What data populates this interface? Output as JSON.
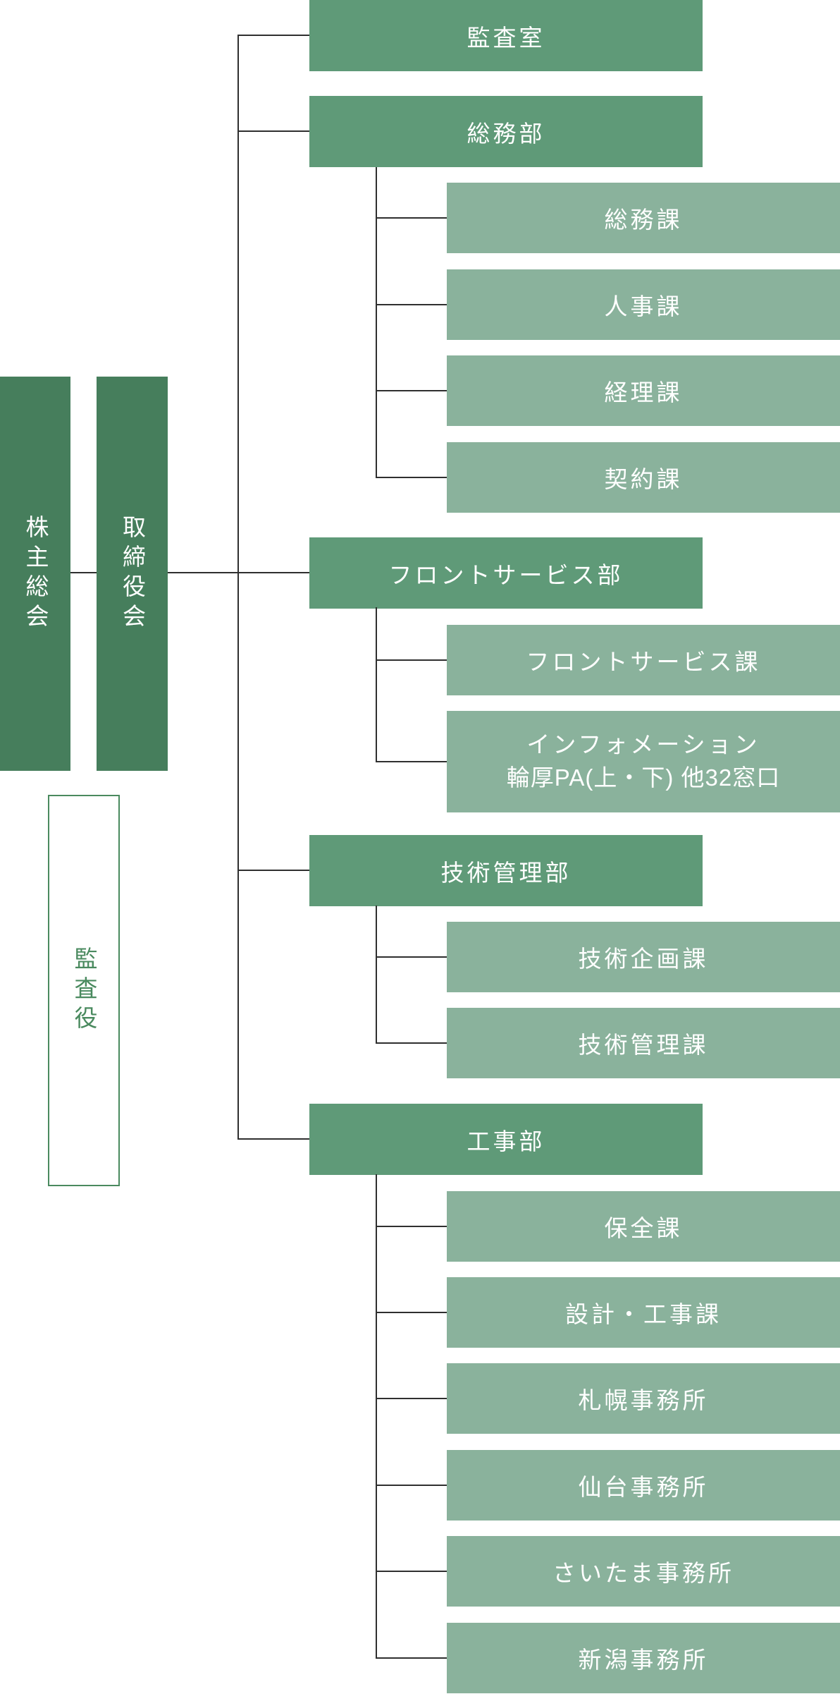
{
  "org_chart": {
    "governance": [
      {
        "label": "株主総会"
      },
      {
        "label": "取締役会"
      },
      {
        "label": "監査役"
      }
    ],
    "departments": [
      {
        "label": "監査室",
        "children": []
      },
      {
        "label": "総務部",
        "children": [
          {
            "label": "総務課"
          },
          {
            "label": "人事課"
          },
          {
            "label": "経理課"
          },
          {
            "label": "契約課"
          }
        ]
      },
      {
        "label": "フロントサービス部",
        "children": [
          {
            "label": "フロントサービス課"
          },
          {
            "label_line1": "インフォメーション",
            "label_line2": "輪厚PA(上・下) 他32窓口"
          }
        ]
      },
      {
        "label": "技術管理部",
        "children": [
          {
            "label": "技術企画課"
          },
          {
            "label": "技術管理課"
          }
        ]
      },
      {
        "label": "工事部",
        "children": [
          {
            "label": "保全課"
          },
          {
            "label": "設計・工事課"
          },
          {
            "label": "札幌事務所"
          },
          {
            "label": "仙台事務所"
          },
          {
            "label": "さいたま事務所"
          },
          {
            "label": "新潟事務所"
          }
        ]
      }
    ],
    "colors": {
      "dark_green": "#467E5C",
      "medium_green": "#5F9A78",
      "light_green": "#8AB29C",
      "outline_green": "#4A8A5F",
      "connector": "#2F2F2F"
    }
  }
}
